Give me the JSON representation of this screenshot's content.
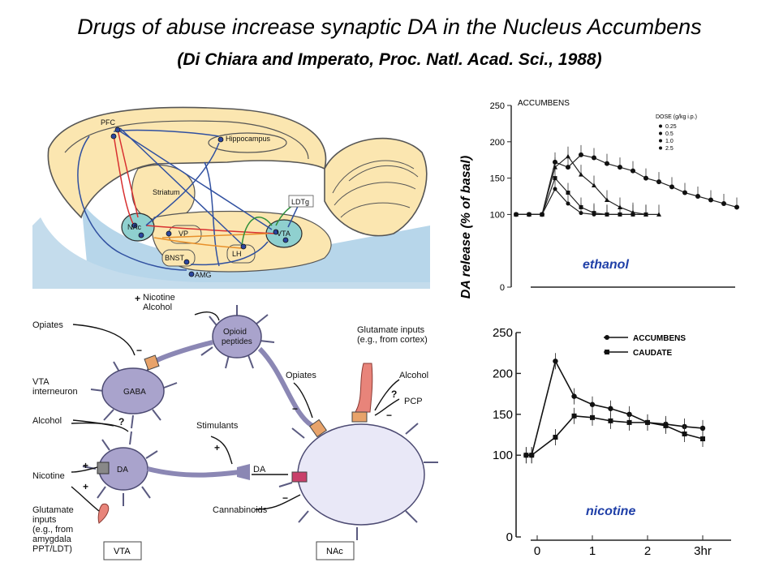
{
  "header": {
    "title": "Drugs of abuse increase synaptic DA in the Nucleus Accumbens",
    "subtitle": "(Di Chiara and Imperato, Proc. Natl. Acad. Sci., 1988)"
  },
  "brain_labels": [
    "PFC",
    "Hippocampus",
    "Striatum",
    "NAc",
    "VP",
    "BNST",
    "AMG",
    "LH",
    "VTA",
    "LDTg"
  ],
  "circuit_labels": {
    "nicotine_alcohol": "Nicotine\nAlcohol",
    "opioid": "Opioid\npeptides",
    "opiates_left": "Opiates",
    "gaba": "GABA",
    "vta_interneuron": "VTA\ninterneuron",
    "alcohol_left": "Alcohol",
    "da": "DA",
    "nicotine_left": "Nicotine",
    "glutamate_left": "Glutamate\ninputs\n(e.g., from\namygdala\nPPT/LDT)",
    "stimulants": "Stimulants",
    "da_arrow": "DA",
    "opiates_right": "Opiates",
    "glutamate_right": "Glutamate inputs\n(e.g., from cortex)",
    "alcohol_right": "Alcohol",
    "pcp": "PCP",
    "cannabinoids": "Cannabinoids",
    "box_vta": "VTA",
    "box_nac": "NAc"
  },
  "y_axis_label": "DA  release (% of basal)",
  "chart_data": [
    {
      "type": "line",
      "annotation": "ethanol",
      "panel_title": "ACCUMBENS",
      "legend_title": "DOSE (g/kg i.p.)",
      "legend": [
        "0.25",
        "0.5",
        "1.0",
        "2.5"
      ],
      "yticks": [
        "0",
        "100",
        "150",
        "200",
        "250"
      ],
      "ylim": [
        0,
        250
      ],
      "series": [
        {
          "name": "0.25",
          "x": [
            0,
            1,
            2,
            3,
            4,
            5,
            6,
            7,
            8,
            9
          ],
          "values": [
            100,
            100,
            100,
            135,
            115,
            102,
            100,
            100,
            100,
            100
          ]
        },
        {
          "name": "0.5",
          "x": [
            0,
            1,
            2,
            3,
            4,
            5,
            6,
            7,
            8,
            9,
            10
          ],
          "values": [
            100,
            100,
            100,
            150,
            130,
            110,
            102,
            100,
            100,
            100,
            100
          ]
        },
        {
          "name": "1.0",
          "x": [
            0,
            1,
            2,
            3,
            4,
            5,
            6,
            7,
            8,
            9,
            10,
            11
          ],
          "values": [
            100,
            100,
            100,
            165,
            180,
            155,
            140,
            120,
            110,
            103,
            100,
            100
          ]
        },
        {
          "name": "2.5",
          "x": [
            0,
            1,
            2,
            3,
            4,
            5,
            6,
            7,
            8,
            9,
            10,
            11,
            12,
            13,
            14,
            15,
            16,
            17
          ],
          "values": [
            100,
            100,
            100,
            172,
            165,
            182,
            178,
            170,
            165,
            160,
            150,
            145,
            138,
            130,
            125,
            120,
            115,
            110
          ]
        }
      ]
    },
    {
      "type": "line",
      "annotation": "nicotine",
      "legend": [
        "ACCUMBENS",
        "CAUDATE"
      ],
      "xticks": [
        "0",
        "1",
        "2",
        "3hr"
      ],
      "yticks": [
        "0",
        "100",
        "150",
        "200",
        "250"
      ],
      "ylim": [
        0,
        250
      ],
      "series": [
        {
          "name": "ACCUMBENS",
          "x": [
            -0.2,
            -0.1,
            0.33,
            0.67,
            1.0,
            1.33,
            1.67,
            2.0,
            2.33,
            2.67,
            3.0
          ],
          "values": [
            100,
            100,
            215,
            172,
            162,
            157,
            150,
            140,
            138,
            135,
            133
          ]
        },
        {
          "name": "CAUDATE",
          "x": [
            -0.2,
            -0.1,
            0.33,
            0.67,
            1.0,
            1.33,
            1.67,
            2.0,
            2.33,
            2.67,
            3.0
          ],
          "values": [
            100,
            100,
            122,
            148,
            146,
            142,
            140,
            140,
            136,
            126,
            120
          ]
        }
      ]
    }
  ]
}
